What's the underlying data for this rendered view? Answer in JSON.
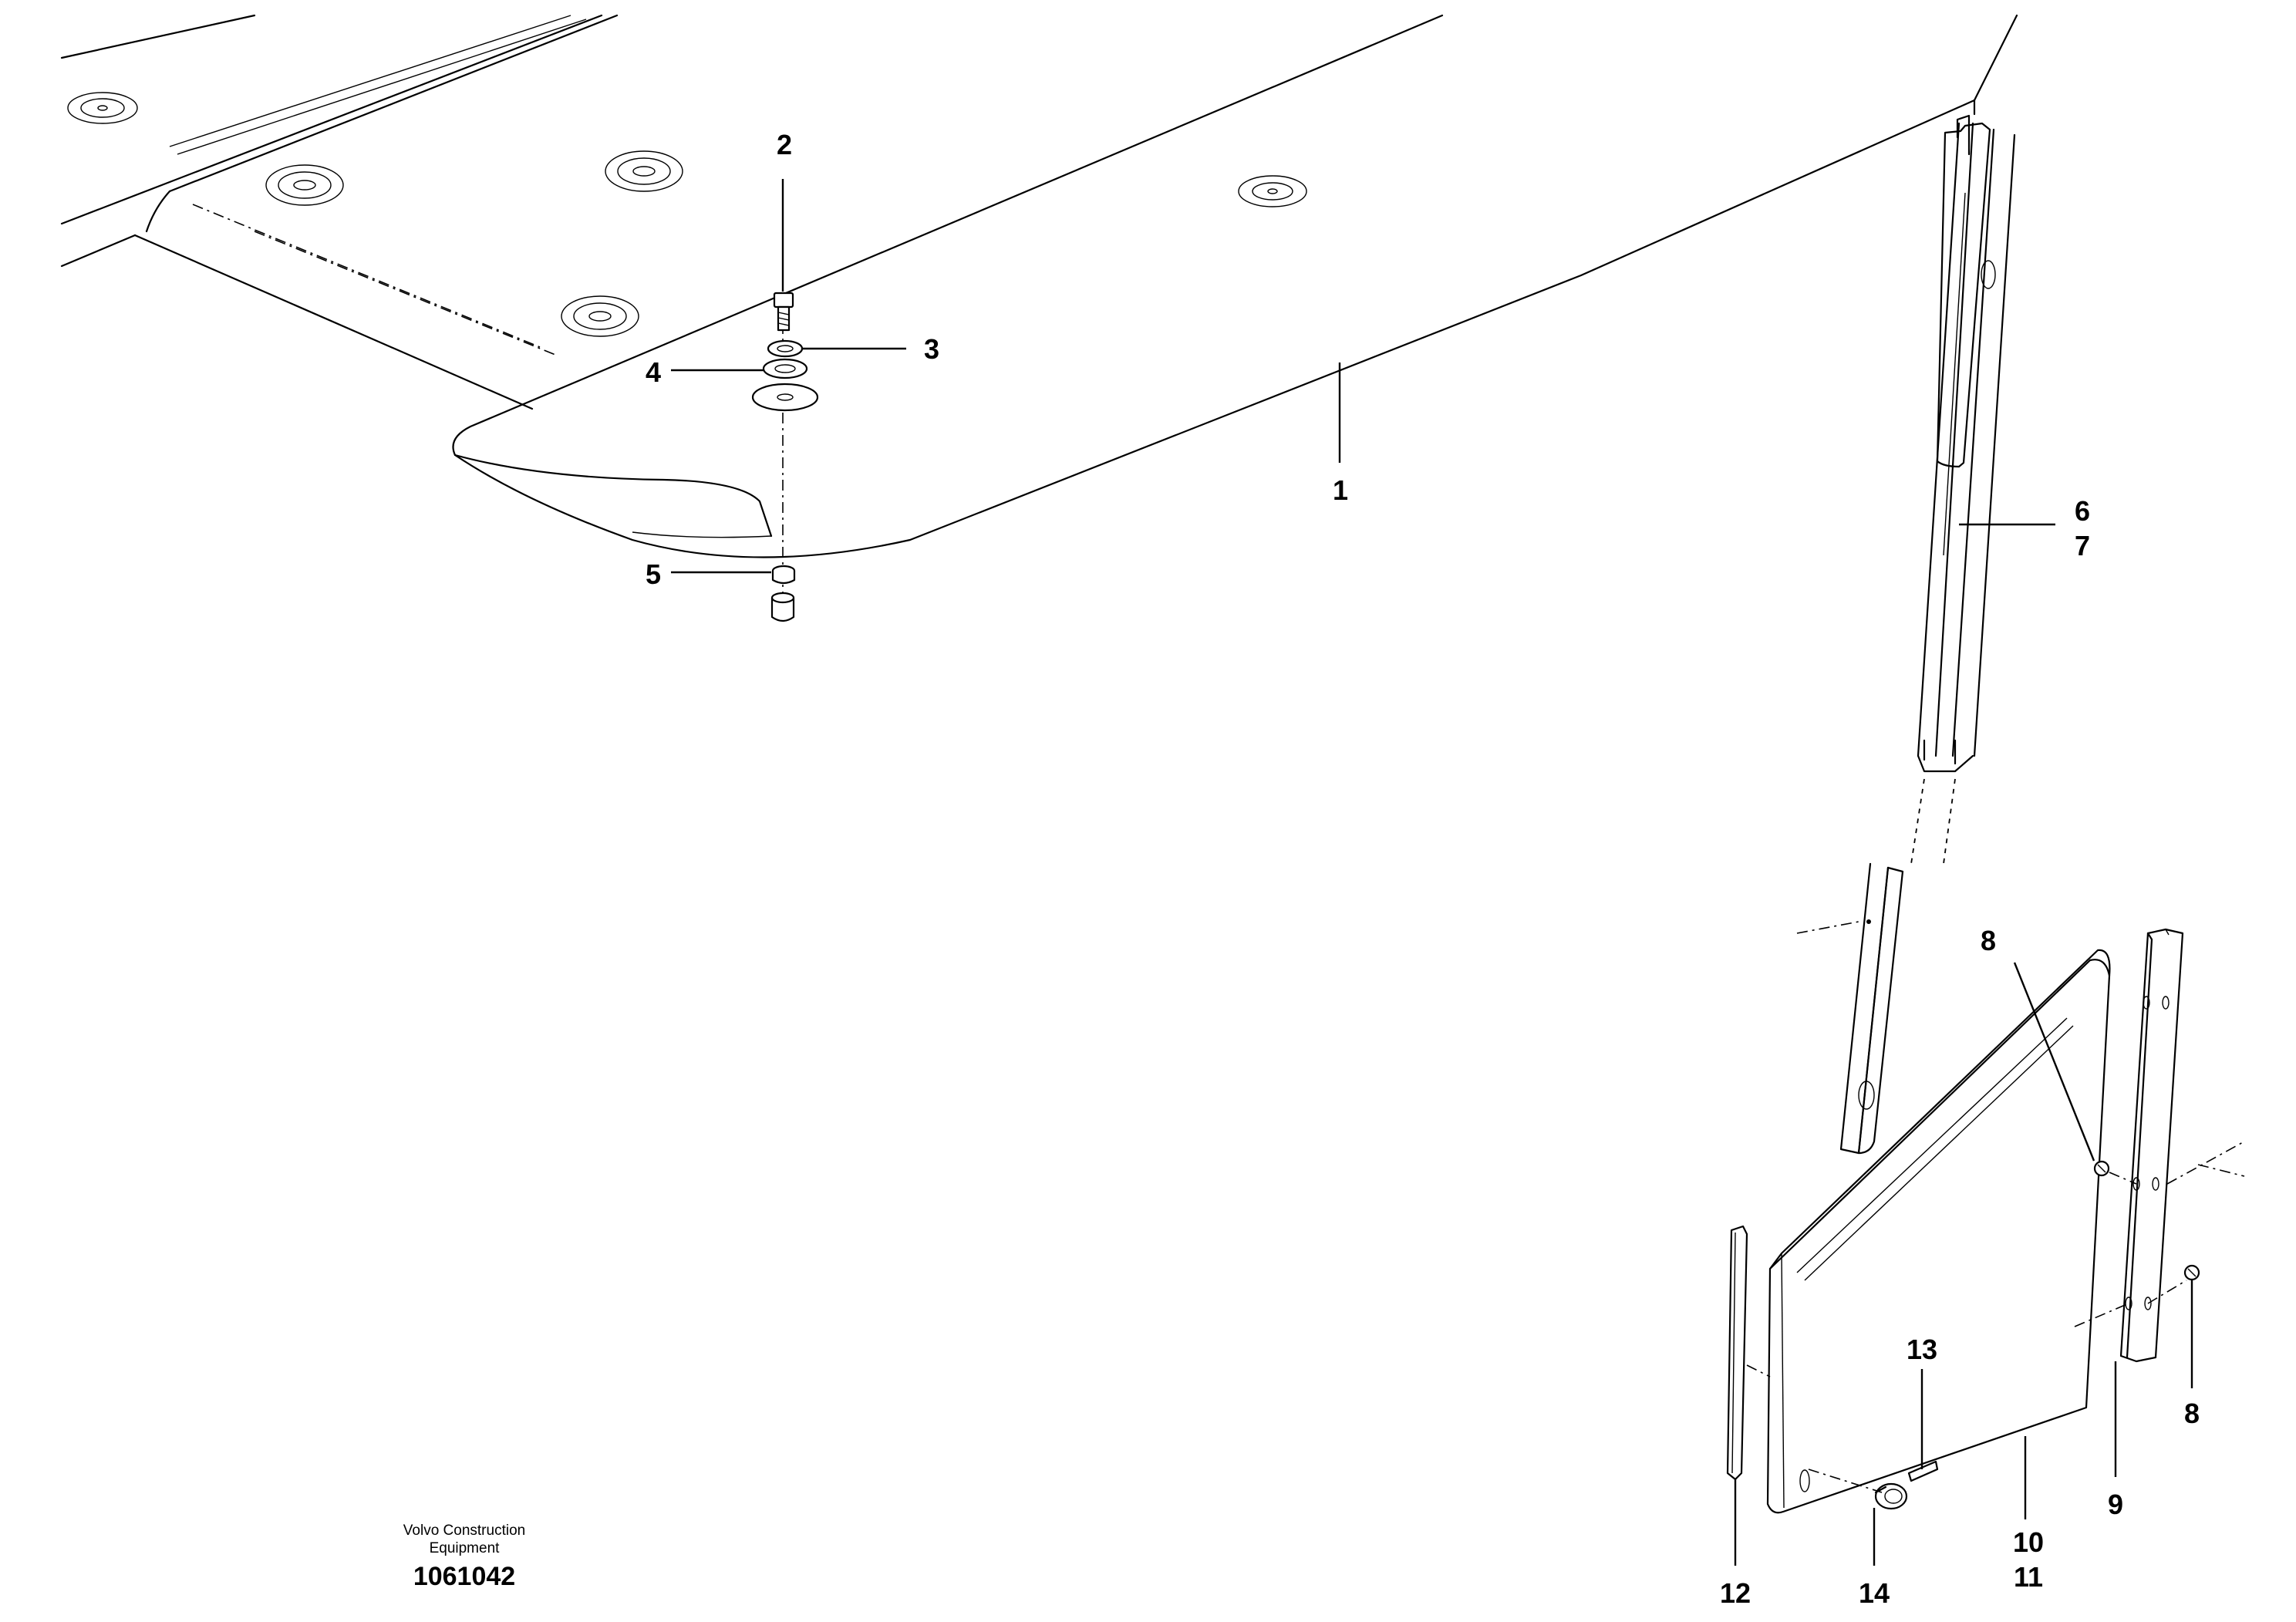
{
  "footer": {
    "company_line1": "Volvo Construction",
    "company_line2": "Equipment",
    "drawing_number": "1061042"
  },
  "callouts": {
    "c1": "1",
    "c2": "2",
    "c3": "3",
    "c4": "4",
    "c5": "5",
    "c6": "6",
    "c7": "7",
    "c8a": "8",
    "c8b": "8",
    "c9": "9",
    "c10": "10",
    "c11": "11",
    "c12": "12",
    "c13": "13",
    "c14": "14"
  }
}
